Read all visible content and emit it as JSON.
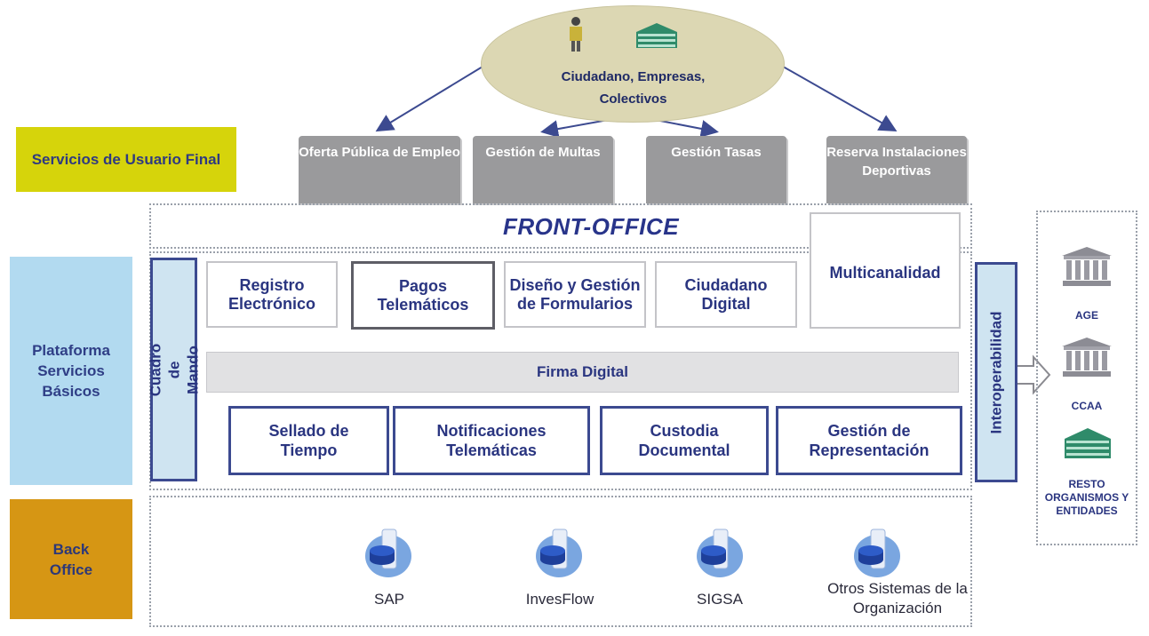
{
  "top_actor": {
    "label": "Ciudadano, Empresas, Colectivos",
    "icons": [
      "person-icon",
      "building-icon"
    ]
  },
  "bands": {
    "usuario_final": "Servicios de Usuario Final",
    "plataforma": "Plataforma Servicios Básicos",
    "back_office": "Back Office"
  },
  "user_services": [
    "Oferta Pública de Empleo",
    "Gestión de Multas",
    "Gestión Tasas",
    "Reserva Instalaciones Deportivas"
  ],
  "front_office": "FRONT-OFFICE",
  "multicanalidad": "Multicanalidad",
  "cuadro_mando": "Cuadro de Mando",
  "interoperabilidad": "Interoperabilidad",
  "platform_services_top": [
    "Registro Electrónico",
    "Pagos Telemáticos",
    "Diseño y Gestión de Formularios",
    "Ciudadano Digital"
  ],
  "firma_digital": "Firma Digital",
  "platform_services_bottom": [
    "Sellado de Tiempo",
    "Notificaciones Telemáticas",
    "Custodia Documental",
    "Gestión de Representación"
  ],
  "back_office_systems": [
    "SAP",
    "InvesFlow",
    "SIGSA",
    "Otros Sistemas de la Organización"
  ],
  "external_orgs": [
    {
      "label": "AGE",
      "icon": "government-building-icon"
    },
    {
      "label": "CCAA",
      "icon": "government-building-icon"
    },
    {
      "label": "RESTO ORGANISMOS Y ENTIDADES",
      "icon": "office-building-icon"
    }
  ],
  "colors": {
    "band_yellow": "#d6d40b",
    "band_blue": "#b2daf0",
    "band_orange": "#d69614",
    "service_gray": "#9a9a9c",
    "text_navy": "#2a3580",
    "border_navy": "#3c4a90"
  }
}
